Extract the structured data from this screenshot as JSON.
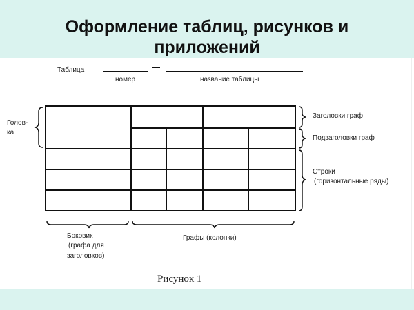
{
  "slide": {
    "title_line1": "Оформление таблиц, рисунков и",
    "title_line2": "приложений",
    "colors": {
      "band": "#daf3ef",
      "background": "#ffffff",
      "ink": "#111111"
    }
  },
  "figure": {
    "table_label": "Таблица",
    "number_label": "номер",
    "name_label": "название таблицы",
    "dash": "–",
    "head_label_line1": "Голов-",
    "head_label_line2": "ка",
    "right_labels": {
      "column_headers": "Заголовки граф",
      "column_subheaders": "Подзаголовки граф",
      "rows_line1": "Строки",
      "rows_line2": "(горизонтальные ряды)"
    },
    "bottom_labels": {
      "stub_line1": "Боковик",
      "stub_line2": "(графа для",
      "stub_line3": "заголовков)",
      "columns": "Графы (колонки)"
    },
    "caption": "Рисунок 1"
  }
}
